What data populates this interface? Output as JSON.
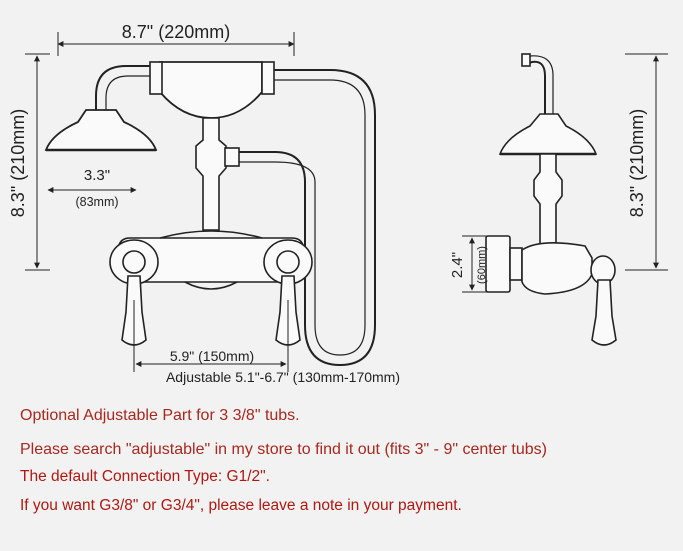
{
  "dimensions": {
    "overall_width": "8.7\" (220mm)",
    "left_height": "8.3\" (210mm)",
    "right_height": "8.3\" (210mm)",
    "head_diameter_in": "3.3\"",
    "head_diameter_mm": "(83mm)",
    "wall_offset_in": "2.4\"",
    "wall_offset_mm": "(60mm)",
    "center_spacing": "5.9\" (150mm)",
    "adjustable_range": "Adjustable 5.1\"-6.7\" (130mm-170mm)"
  },
  "notes": {
    "line1": "Optional Adjustable Part for 3 3/8\" tubs.",
    "line2": "Please search \"adjustable\" in my store to find it out (fits 3\" - 9\" center tubs)",
    "line3": "The default Connection Type: G1/2\".",
    "line4": "If you want G3/8\" or G3/4\", please leave a note in your payment."
  },
  "colors": {
    "note_primary": "#a8281e",
    "note_secondary": "#b01810",
    "line_art": "#222222"
  }
}
